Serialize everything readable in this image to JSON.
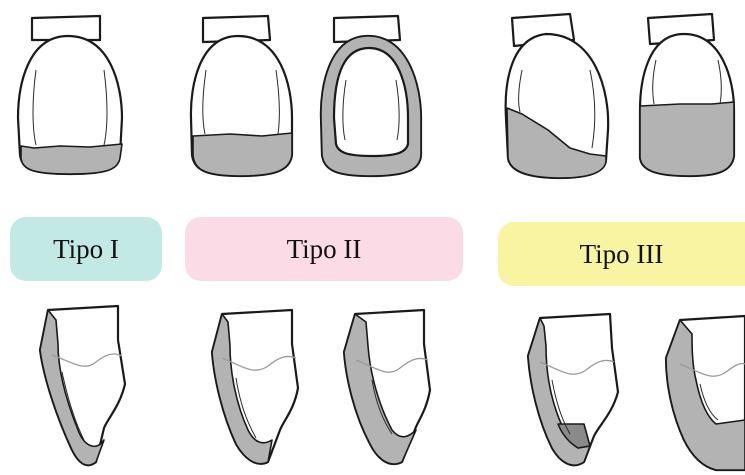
{
  "labels": {
    "type1": "Tipo I",
    "type2": "Tipo II",
    "type3": "Tipo III"
  },
  "colors": {
    "type1": "#c2e9e4",
    "type2": "#fadbe6",
    "type3": "#f9f4a2",
    "restoration": "#b3b3b3",
    "outline": "#1a1a1a"
  }
}
